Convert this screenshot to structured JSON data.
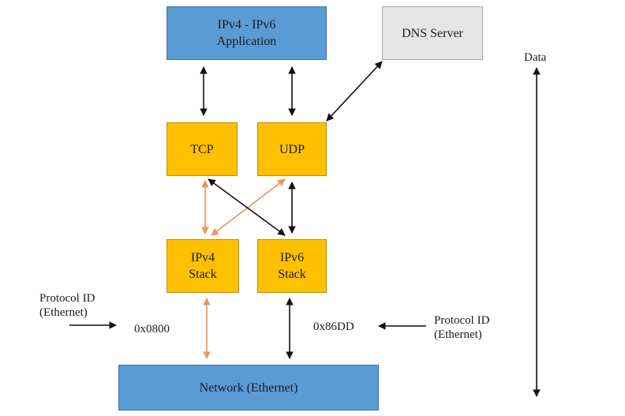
{
  "nodes": {
    "application": {
      "line1": "IPv4 - IPv6",
      "line2": "Application"
    },
    "dns": {
      "label": "DNS Server"
    },
    "tcp": {
      "label": "TCP"
    },
    "udp": {
      "label": "UDP"
    },
    "ipv4": {
      "line1": "IPv4",
      "line2": "Stack"
    },
    "ipv6": {
      "line1": "IPv6",
      "line2": "Stack"
    },
    "network": {
      "label": "Network (Ethernet)"
    }
  },
  "labels": {
    "data": "Data",
    "protocol_left": {
      "line1": "Protocol ID",
      "line2": "(Ethernet)"
    },
    "protocol_right": {
      "line1": "Protocol ID",
      "line2": "(Ethernet)"
    },
    "ethertype_ipv4": "0x0800",
    "ethertype_ipv6": "0x86DD"
  },
  "colors": {
    "blue_box": "#5b9bd5",
    "orange_box": "#ffc000",
    "grey_box": "#e6e6e6",
    "black_arrow": "#111111",
    "orange_arrow": "#e8955a"
  }
}
